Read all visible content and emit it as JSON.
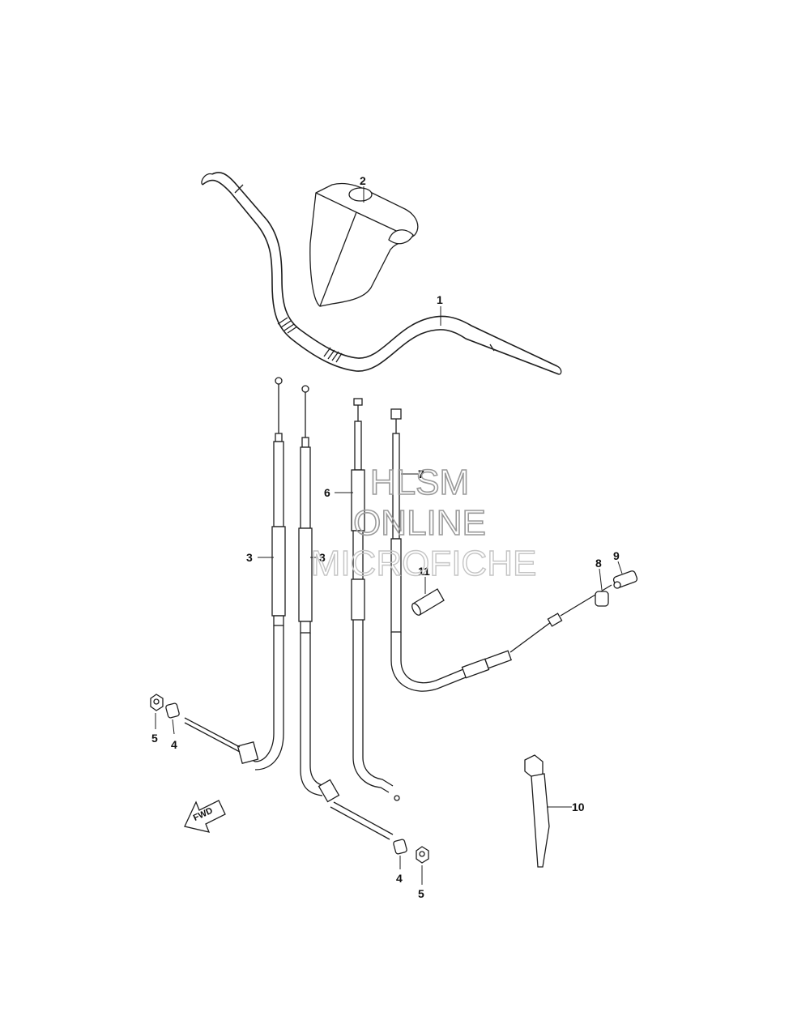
{
  "callouts": {
    "c1": "1",
    "c2": "2",
    "c3a": "3",
    "c3b": "3",
    "c4a": "4",
    "c4b": "4",
    "c5a": "5",
    "c5b": "5",
    "c6": "6",
    "c7": "7",
    "c8": "8",
    "c9": "9",
    "c10": "10",
    "c11": "11"
  },
  "fwd_label": "FWD",
  "watermark": {
    "line1": "HLSM",
    "line2": "ONLINE",
    "line3": "MICROFICHE"
  },
  "icons": {
    "fwd_arrow": "forward-direction-arrow-icon"
  }
}
